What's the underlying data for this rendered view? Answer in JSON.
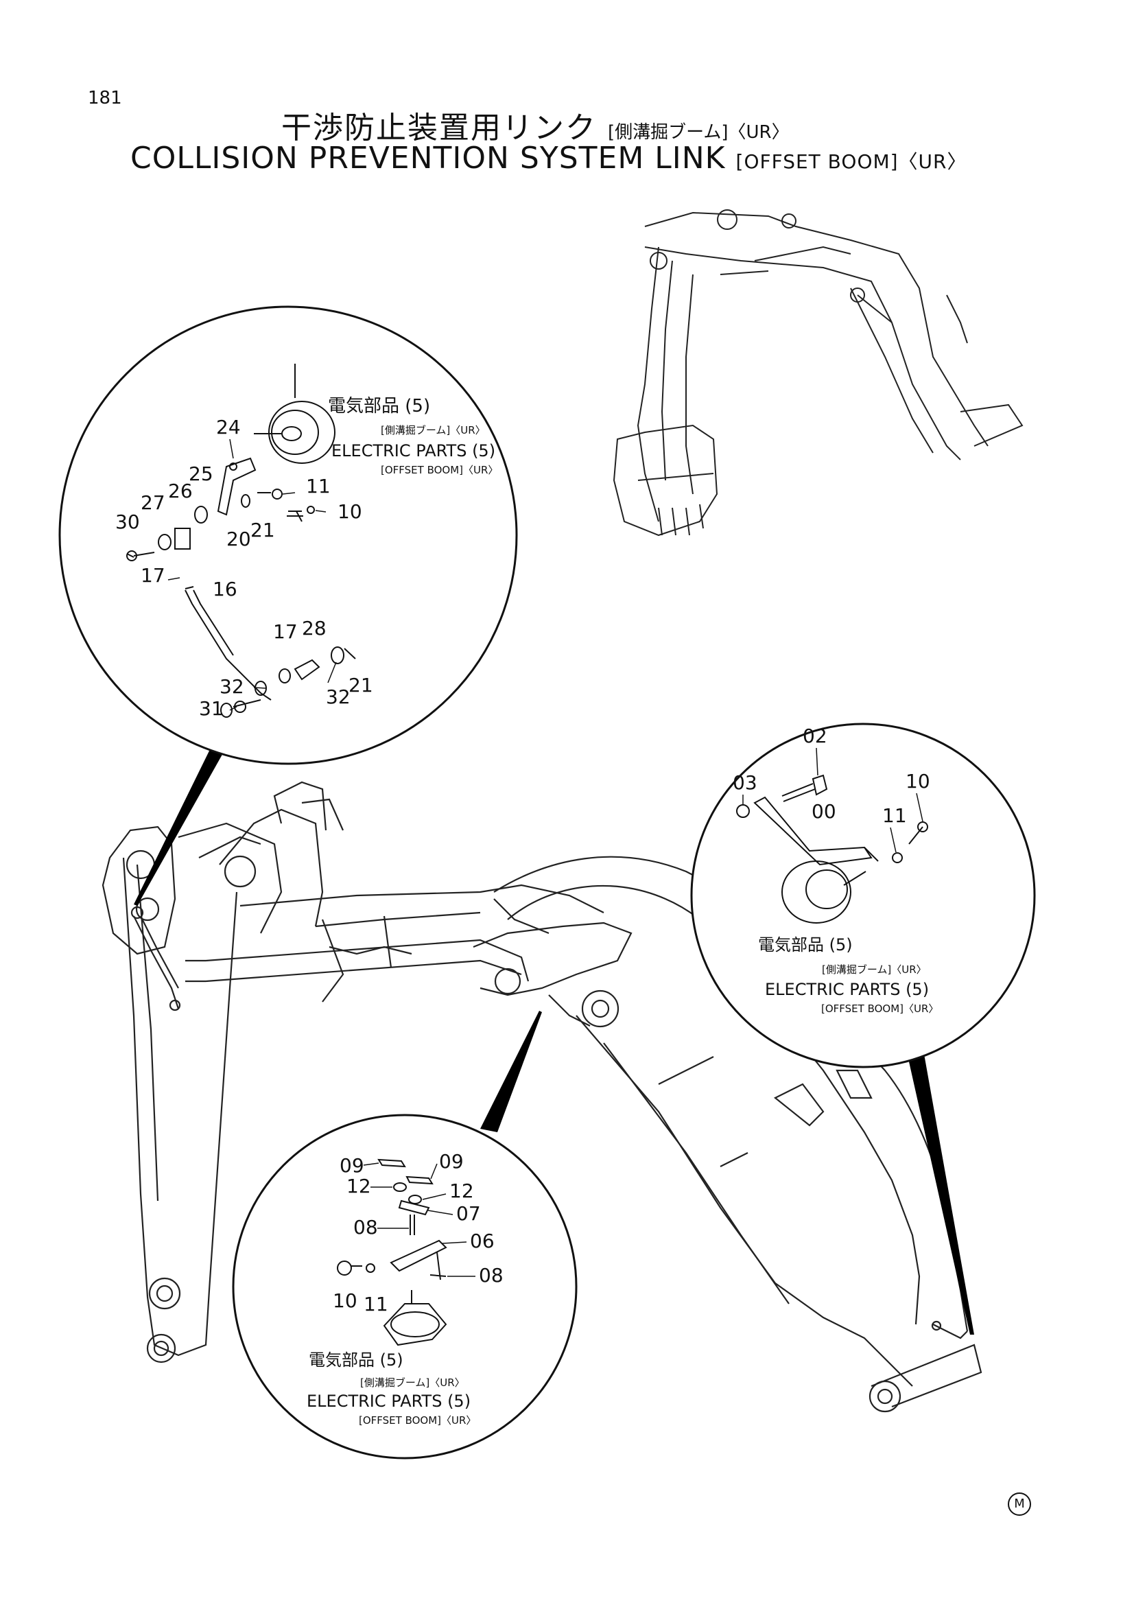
{
  "page": {
    "number": "181",
    "mark": "M"
  },
  "title": {
    "jp_main": "干渉防止装置用リンク",
    "jp_sub": "[側溝掘ブーム]〈UR〉",
    "en_main": "COLLISION PREVENTION SYSTEM LINK",
    "en_sub": "[OFFSET BOOM]〈UR〉"
  },
  "callout_notes": {
    "jp": "電気部品 (5)",
    "jp_sub": "[側溝掘ブーム]〈UR〉",
    "en": "ELECTRIC PARTS (5)",
    "en_sub": "[OFFSET BOOM]〈UR〉"
  },
  "detail_top_left": {
    "parts": [
      "24",
      "25",
      "26",
      "27",
      "30",
      "17",
      "16",
      "20",
      "21",
      "11",
      "10",
      "17",
      "28",
      "32",
      "31",
      "32",
      "21"
    ]
  },
  "detail_right": {
    "parts": [
      "02",
      "03",
      "00",
      "10",
      "11"
    ]
  },
  "detail_bottom": {
    "parts": [
      "09",
      "09",
      "12",
      "12",
      "07",
      "08",
      "06",
      "08",
      "10",
      "11"
    ]
  }
}
